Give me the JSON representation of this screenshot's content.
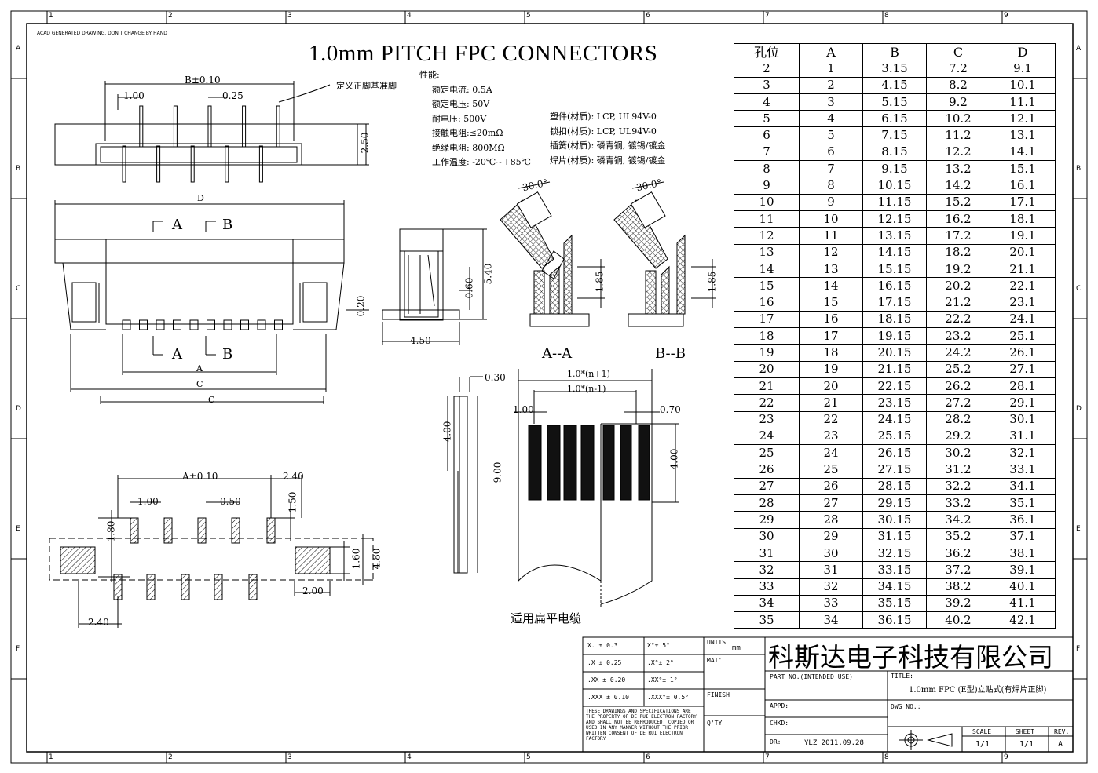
{
  "drawing": {
    "title": "1.0mm  PITCH  FPC CONNECTORS",
    "acad_note": "ACAD GENERATED DRAWING. DON'T CHANGE BY HAND",
    "zones_top": [
      "1",
      "2",
      "3",
      "4",
      "5",
      "6",
      "7",
      "8",
      "9"
    ],
    "zones_side": [
      "A",
      "B",
      "C",
      "D",
      "E",
      "F"
    ]
  },
  "properties": {
    "heading": "性能:",
    "electrical": [
      "额定电流: 0.5A",
      "额定电压: 50V",
      "耐电压: 500V",
      "接触电阻:≤20mΩ",
      "绝缘电阻: 800MΩ",
      "工作温度: -20℃~+85℃"
    ],
    "materials": [
      "塑件(材质): LCP, UL94V-0",
      "锁扣(材质): LCP, UL94V-0",
      "插簧(材质): 磷青铜, 镀锡/镀金",
      "焊片(材质): 磷青铜, 镀锡/镀金"
    ]
  },
  "labels": {
    "ref_pin": "定义正脚基准脚",
    "dim_b": "B±0.10",
    "dim_100": "1.00",
    "dim_025": "0.25",
    "dim_250": "2.50",
    "dim_d": "D",
    "sec_a": "A",
    "sec_b": "B",
    "dim_a": "A",
    "dim_c": "C",
    "dim_c2": "C",
    "dim_020": "0.20",
    "dim_060": "0.60",
    "dim_540": "5.40",
    "dim_450": "4.50",
    "dim_185a": "1.85",
    "dim_185b": "1.85",
    "angle_a": "30.0°",
    "angle_b": "30.0°",
    "section_aa": "A--A",
    "section_bb": "B--B",
    "dim_030": "0.30",
    "dim_400a": "4.00",
    "dim_900": "9.00",
    "dim_n1p": "1.0*(n+1)",
    "dim_n1m": "1.0*(n-1)",
    "dim_100b": "1.00",
    "dim_070": "0.70",
    "dim_400b": "4.00",
    "fpc_caption": "适用扁平电缆",
    "pad_a": "A±0.10",
    "pad_240a": "2.40",
    "pad_100": "1.00",
    "pad_050": "0.50",
    "pad_150": "1.50",
    "pad_180": "1.80",
    "pad_160": "1.60",
    "pad_480": "4.80",
    "pad_200": "2.00",
    "pad_240b": "2.40"
  },
  "table": {
    "headers": [
      "孔位",
      "A",
      "B",
      "C",
      "D"
    ],
    "rows": [
      [
        "2",
        "1",
        "3.15",
        "7.2",
        "9.1"
      ],
      [
        "3",
        "2",
        "4.15",
        "8.2",
        "10.1"
      ],
      [
        "4",
        "3",
        "5.15",
        "9.2",
        "11.1"
      ],
      [
        "5",
        "4",
        "6.15",
        "10.2",
        "12.1"
      ],
      [
        "6",
        "5",
        "7.15",
        "11.2",
        "13.1"
      ],
      [
        "7",
        "6",
        "8.15",
        "12.2",
        "14.1"
      ],
      [
        "8",
        "7",
        "9.15",
        "13.2",
        "15.1"
      ],
      [
        "9",
        "8",
        "10.15",
        "14.2",
        "16.1"
      ],
      [
        "10",
        "9",
        "11.15",
        "15.2",
        "17.1"
      ],
      [
        "11",
        "10",
        "12.15",
        "16.2",
        "18.1"
      ],
      [
        "12",
        "11",
        "13.15",
        "17.2",
        "19.1"
      ],
      [
        "13",
        "12",
        "14.15",
        "18.2",
        "20.1"
      ],
      [
        "14",
        "13",
        "15.15",
        "19.2",
        "21.1"
      ],
      [
        "15",
        "14",
        "16.15",
        "20.2",
        "22.1"
      ],
      [
        "16",
        "15",
        "17.15",
        "21.2",
        "23.1"
      ],
      [
        "17",
        "16",
        "18.15",
        "22.2",
        "24.1"
      ],
      [
        "18",
        "17",
        "19.15",
        "23.2",
        "25.1"
      ],
      [
        "19",
        "18",
        "20.15",
        "24.2",
        "26.1"
      ],
      [
        "20",
        "19",
        "21.15",
        "25.2",
        "27.1"
      ],
      [
        "21",
        "20",
        "22.15",
        "26.2",
        "28.1"
      ],
      [
        "22",
        "21",
        "23.15",
        "27.2",
        "29.1"
      ],
      [
        "23",
        "22",
        "24.15",
        "28.2",
        "30.1"
      ],
      [
        "24",
        "23",
        "25.15",
        "29.2",
        "31.1"
      ],
      [
        "25",
        "24",
        "26.15",
        "30.2",
        "32.1"
      ],
      [
        "26",
        "25",
        "27.15",
        "31.2",
        "33.1"
      ],
      [
        "27",
        "26",
        "28.15",
        "32.2",
        "34.1"
      ],
      [
        "28",
        "27",
        "29.15",
        "33.2",
        "35.1"
      ],
      [
        "29",
        "28",
        "30.15",
        "34.2",
        "36.1"
      ],
      [
        "30",
        "29",
        "31.15",
        "35.2",
        "37.1"
      ],
      [
        "31",
        "30",
        "32.15",
        "36.2",
        "38.1"
      ],
      [
        "32",
        "31",
        "33.15",
        "37.2",
        "39.1"
      ],
      [
        "33",
        "32",
        "34.15",
        "38.2",
        "40.1"
      ],
      [
        "34",
        "33",
        "35.15",
        "39.2",
        "41.1"
      ],
      [
        "35",
        "34",
        "36.15",
        "40.2",
        "42.1"
      ]
    ]
  },
  "titleblock": {
    "tol": [
      [
        "X. ± 0.3",
        "X°± 5°"
      ],
      [
        ".X ± 0.25",
        ".X°± 2°"
      ],
      [
        ".XX ± 0.20",
        ".XX°± 1°"
      ],
      [
        ".XXX ± 0.10",
        ".XXX°± 0.5°"
      ]
    ],
    "units_label": "UNITS",
    "units_value": "mm",
    "matl_label": "MAT'L",
    "finish_label": "FINISH",
    "qty_label": "Q'TY",
    "notice": "THESE DRAWINGS AND SPECIFICATIONS ARE THE PROPERTY OF DE RUI ELECTRON FACTORY AND SHALL NOT BE REPRODUCED, COPIED OR USED IN ANY MANNER WITHOUT THE PRIOR WRITTEN CONSENT OF DE RUI ELECTRON FACTORY",
    "company": "科斯达电子科技有限公司",
    "part_no_label": "PART NO.(INTENDED USE)",
    "title_label": "TITLE:",
    "title_value": "1.0mm FPC (E型)立贴式(有焊片正脚)",
    "appd_label": "APPD:",
    "dwg_label": "DWG NO.:",
    "chkd_label": "CHKD:",
    "dr_label": "DR:",
    "dr_value": "YLZ 2011.09.28",
    "scale_label": "SCALE",
    "scale_value": "1/1",
    "sheet_label": "SHEET",
    "sheet_value": "1/1",
    "rev_label": "REV.",
    "rev_value": "A"
  }
}
